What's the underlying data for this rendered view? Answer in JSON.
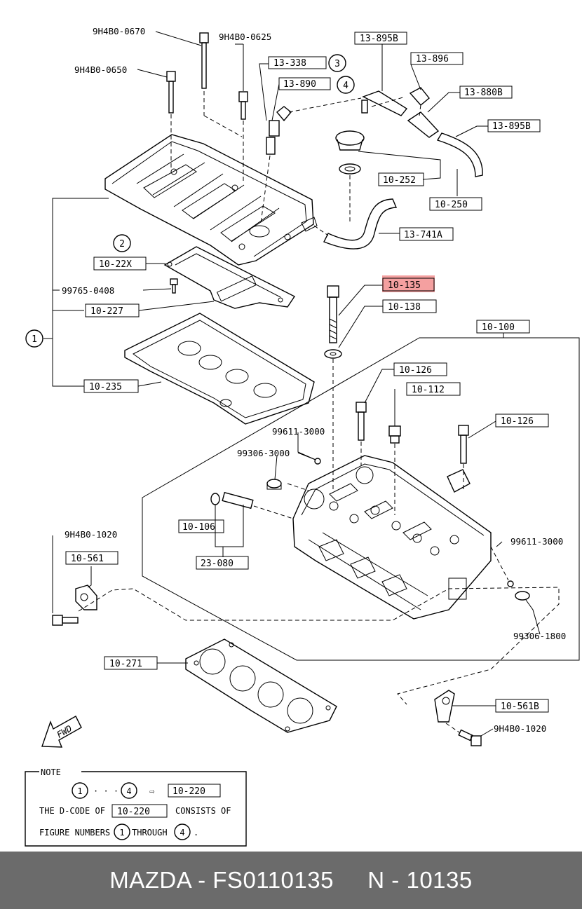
{
  "labels": {
    "l_9h4b00670": "9H4B0-0670",
    "l_9h4b00625": "9H4B0-0625",
    "l_9h4b00650": "9H4B0-0650",
    "l_13895b_top": "13-895B",
    "l_13896": "13-896",
    "l_13338": "13-338",
    "l_13890": "13-890",
    "l_13880b": "13-880B",
    "l_13895b_right": "13-895B",
    "l_10252": "10-252",
    "l_10250": "10-250",
    "l_13741a": "13-741A",
    "l_1022x": "10-22X",
    "l_997650408": "99765-0408",
    "l_10227": "10-227",
    "l_10135": "10-135",
    "l_10138": "10-138",
    "l_10100": "10-100",
    "l_10235": "10-235",
    "l_10126_a": "10-126",
    "l_10112": "10-112",
    "l_10126_b": "10-126",
    "l_996113000_a": "99611-3000",
    "l_993063000": "99306-3000",
    "l_10106": "10-106",
    "l_23080": "23-080",
    "l_9h4b01020_a": "9H4B0-1020",
    "l_10561": "10-561",
    "l_996113000_b": "99611-3000",
    "l_993061800": "99306-1800",
    "l_10271": "10-271",
    "l_10561b": "10-561B",
    "l_9h4b01020_b": "9H4B0-1020"
  },
  "circles": {
    "c1": "1",
    "c2": "2",
    "c3": "3",
    "c4": "4"
  },
  "fwd": "FWD",
  "note": {
    "title": "NOTE",
    "c_from": "1",
    "dots": "· · ·",
    "c_to": "4",
    "arrow": "⇨",
    "code": "10-220",
    "line2_pre": "THE D-CODE OF",
    "line2_code": "10-220",
    "line2_post": "CONSISTS OF",
    "line3_pre": "FIGURE NUMBERS",
    "line3_from": "1",
    "line3_mid": "THROUGH",
    "line3_to": "4",
    "line3_end": "."
  },
  "highlight_color": "#f08080",
  "footer": "MAZDA - FS0110135     N - 10135"
}
